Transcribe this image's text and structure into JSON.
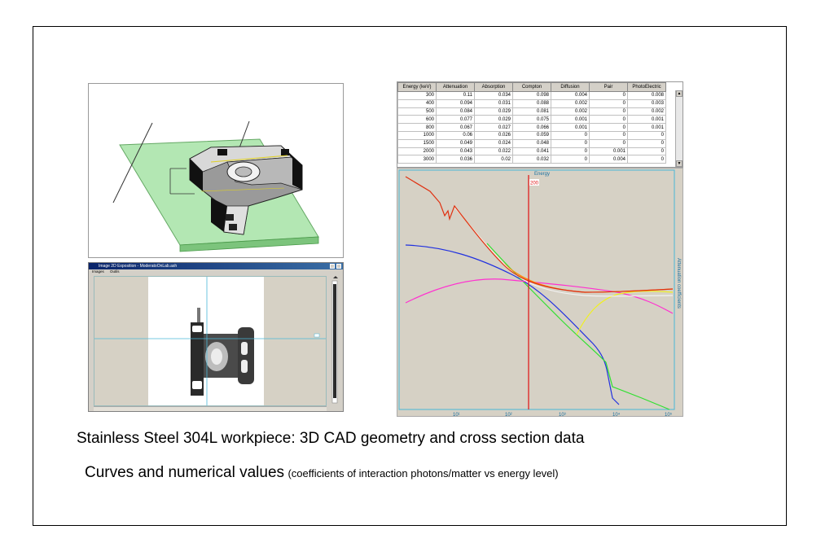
{
  "window_2d": {
    "title": "Image 2D Exposition - ModeratoOnLab.ash",
    "menu": [
      "Images",
      "Outils"
    ]
  },
  "table": {
    "columns": [
      "Energy (keV)",
      "Attenuation",
      "Absorption",
      "Compton",
      "Diffusion",
      "Pair",
      "PhotoElectric"
    ],
    "rows": [
      [
        "300",
        "0.11",
        "0.034",
        "0.098",
        "0.004",
        "0",
        "0.008"
      ],
      [
        "400",
        "0.094",
        "0.031",
        "0.088",
        "0.002",
        "0",
        "0.003"
      ],
      [
        "500",
        "0.084",
        "0.029",
        "0.081",
        "0.002",
        "0",
        "0.002"
      ],
      [
        "600",
        "0.077",
        "0.029",
        "0.075",
        "0.001",
        "0",
        "0.001"
      ],
      [
        "800",
        "0.067",
        "0.027",
        "0.066",
        "0.001",
        "0",
        "0.001"
      ],
      [
        "1000",
        "0.06",
        "0.026",
        "0.059",
        "0",
        "0",
        "0"
      ],
      [
        "1500",
        "0.049",
        "0.024",
        "0.048",
        "0",
        "0",
        "0"
      ],
      [
        "2000",
        "0.043",
        "0.022",
        "0.041",
        "0",
        "0.001",
        "0"
      ],
      [
        "3000",
        "0.036",
        "0.02",
        "0.032",
        "0",
        "0.004",
        "0"
      ]
    ]
  },
  "chart": {
    "x_axis_label": "Energy",
    "y_axis_label": "Attenuation coefficients",
    "marker_label": "200",
    "x_ticks": [
      "10¹",
      "10²",
      "10³",
      "10⁴",
      "10⁵"
    ]
  },
  "captions": {
    "line1": "Stainless Steel 304L workpiece: 3D CAD geometry and cross section data",
    "line2_main": "Curves and numerical values",
    "line2_sub": "(coefficients of interaction photons/matter vs energy level)"
  },
  "colors": {
    "attenuation": "#e03010",
    "absorption": "#ff8c00",
    "compton": "#2030e0",
    "diffusion": "#ff30d0",
    "photoelectric": "#30e030",
    "pair": "#f0f020",
    "energy_marker": "#e01010",
    "plot_bg": "#d6d1c5",
    "cad_plane": "#8fdb8f"
  }
}
